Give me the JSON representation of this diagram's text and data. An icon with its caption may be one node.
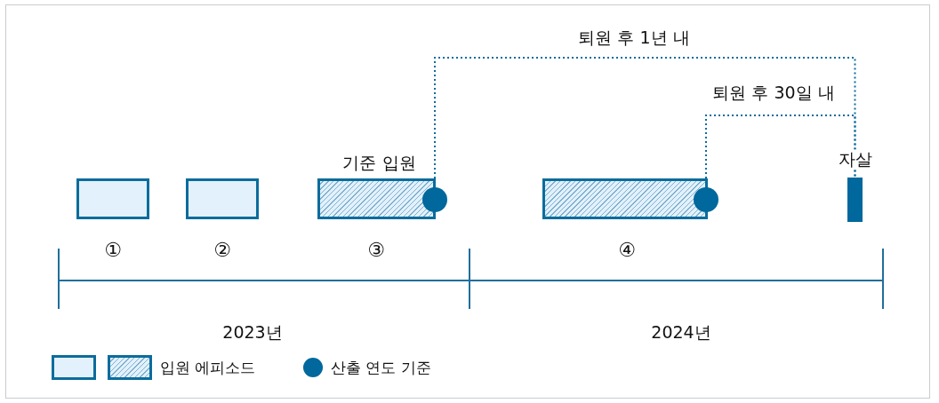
{
  "diagram": {
    "nodes": [
      {
        "text": [],
        "shape": "box",
        "beside": [
          "①"
        ]
      },
      {
        "text": [],
        "shape": "box",
        "beside": [
          "②"
        ]
      },
      {
        "text": [
          "기준 입원"
        ],
        "beside": [
          "③"
        ]
      },
      {
        "text": [],
        "shape": "circle"
      },
      {
        "text": [],
        "shape": "box",
        "beside": [
          "④"
        ]
      },
      {
        "text": [],
        "shape": "circle"
      },
      {
        "text": [
          "자살"
        ]
      }
    ],
    "edges": [
      {
        "from": 3,
        "to": 6,
        "arrow": "none",
        "style": "dashed",
        "label": "퇴원 후 1년 내"
      },
      {
        "from": 5,
        "to": 6,
        "arrow": "none",
        "style": "dashed",
        "label": "퇴원 후 30일 내"
      }
    ],
    "labels": [
      "2023년",
      "2024년"
    ],
    "legend": [
      {
        "text": "입원 에피소드"
      },
      {
        "text": "산출 연도 기준"
      }
    ]
  }
}
